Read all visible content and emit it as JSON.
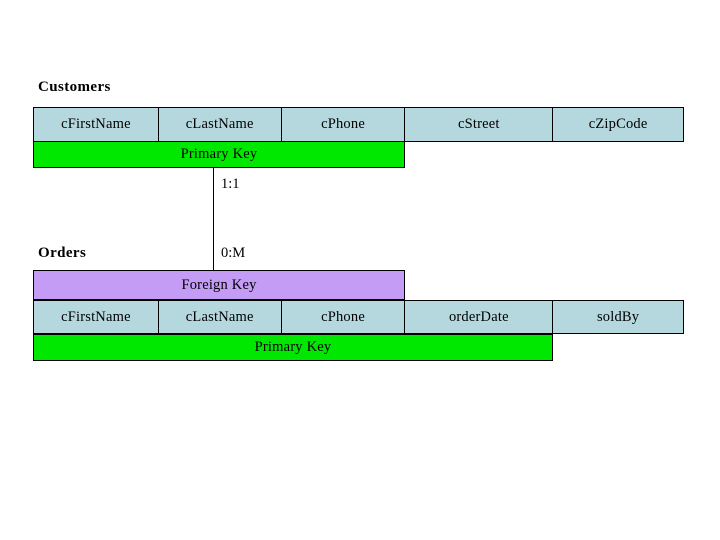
{
  "diagram": {
    "type": "entity-relationship-diagram",
    "background_color": "#ffffff",
    "colors": {
      "attribute_cell": "#b5d8de",
      "primary_key": "#00e800",
      "foreign_key": "#c49cf5",
      "border": "#000000",
      "text": "#000000"
    },
    "entities": [
      {
        "name": "Customers",
        "fields": [
          {
            "label": "cFirstName",
            "width": 125
          },
          {
            "label": "cLastName",
            "width": 123
          },
          {
            "label": "cPhone",
            "width": 124
          },
          {
            "label": "cStreet",
            "width": 148
          },
          {
            "label": "cZipCode",
            "width": 131
          }
        ],
        "keys": [
          {
            "label": "Primary Key",
            "kind": "primary"
          }
        ]
      },
      {
        "name": "Orders",
        "fields": [
          {
            "label": "cFirstName",
            "width": 125
          },
          {
            "label": "cLastName",
            "width": 123
          },
          {
            "label": "cPhone",
            "width": 124
          },
          {
            "label": "orderDate",
            "width": 148
          },
          {
            "label": "soldBy",
            "width": 131
          }
        ],
        "keys": [
          {
            "label": "Foreign Key",
            "kind": "foreign"
          },
          {
            "label": "Primary Key",
            "kind": "primary"
          }
        ]
      }
    ],
    "relationship": {
      "from_entity": "Customers",
      "to_entity": "Orders",
      "source_cardinality": "1:1",
      "target_cardinality": "0:M"
    }
  }
}
